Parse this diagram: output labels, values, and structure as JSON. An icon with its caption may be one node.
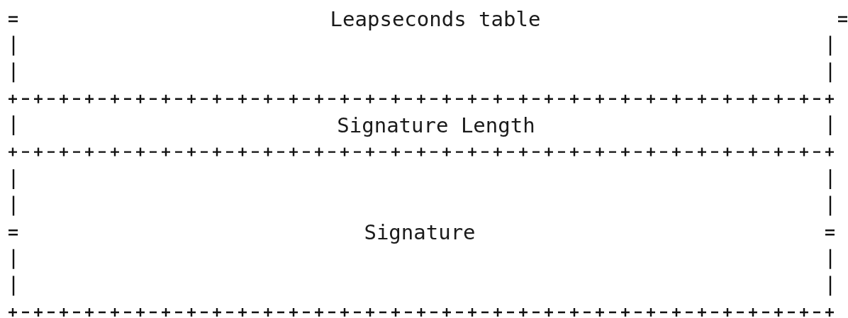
{
  "diagram": {
    "nodes": [
      {
        "text": [
          "Leapseconds table"
        ]
      },
      {
        "text": [
          "Signature Length"
        ]
      },
      {
        "text": [
          "Signature"
        ]
      }
    ]
  }
}
